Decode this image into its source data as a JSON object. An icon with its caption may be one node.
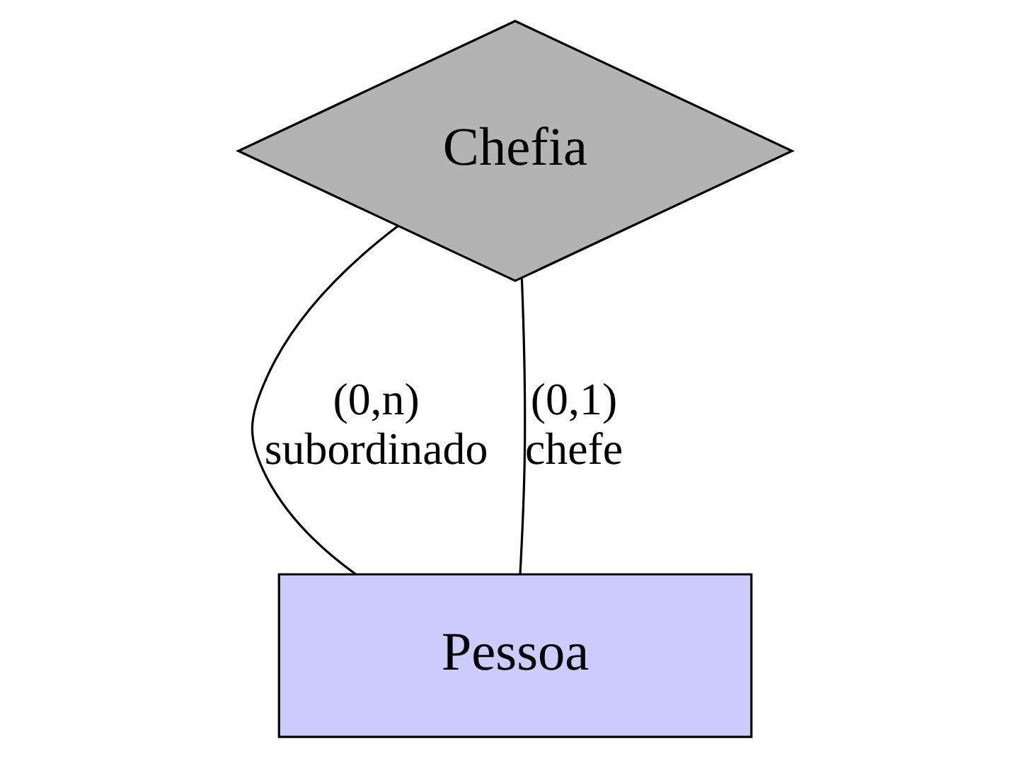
{
  "diagram": {
    "nodes": [
      {
        "text": [
          "Chefia"
        ]
      },
      {
        "text": [
          "Pessoa"
        ]
      }
    ],
    "edges": [
      {
        "from": 0,
        "to": 1,
        "arrow": "none",
        "label": "(0,n) subordinado"
      },
      {
        "from": 0,
        "to": 1,
        "arrow": "none",
        "label": "(0,1) chefe"
      }
    ]
  }
}
